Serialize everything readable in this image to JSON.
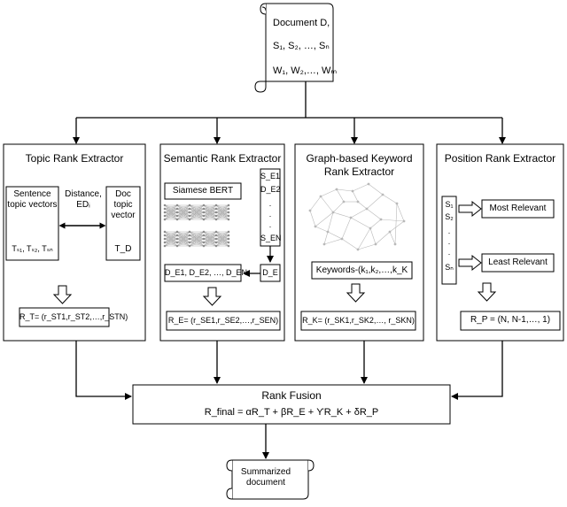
{
  "document": {
    "title": "Document D,",
    "sentences": "S₁, S₂, …, Sₙ",
    "words": "W₁, W₂,…, Wₘ"
  },
  "topic": {
    "title": "Topic Rank Extractor",
    "sentence_vectors": "Sentence topic vectors",
    "sentence_vars": "Tₛ₁, Tₛ₂, Tₛₙ",
    "distance": "Distance, EDᵢ",
    "doc_vector": "Doc topic vector",
    "doc_var": "T_D",
    "rank": "R_T= (r_ST1,r_ST2,…,r_STN)"
  },
  "semantic": {
    "title": "Semantic Rank Extractor",
    "model": "Siamese BERT",
    "embeddings": [
      "S_E1",
      "D_E2",
      ".",
      ".",
      ".",
      "S_EN"
    ],
    "doc_embeddings": "D_E1, D_E2, …, D_EN",
    "de": "D_E",
    "rank": "R_E= (r_SE1,r_SE2,…,r_SEN)"
  },
  "graph": {
    "title": "Graph-based Keyword Rank Extractor",
    "keywords": "Keywords-(k₁,k₂,…,k_K",
    "rank": "R_K= (r_SK1,r_SK2,…, r_SKN)"
  },
  "position": {
    "title": "Position Rank Extractor",
    "sentences": [
      "S₁",
      "S₂",
      ".",
      ".",
      ".",
      "Sₙ"
    ],
    "most": "Most Relevant",
    "least": "Least Relevant",
    "rank": "R_P = (N, N-1,…, 1)"
  },
  "fusion": {
    "title": "Rank Fusion",
    "formula": "R_final = αR_T + βR_E + ϒR_K + δR_P"
  },
  "output": {
    "label": "Summarized document"
  },
  "colors": {
    "stroke": "#000000",
    "net": "#b9b9b9",
    "neural": "#8a8a8a"
  }
}
